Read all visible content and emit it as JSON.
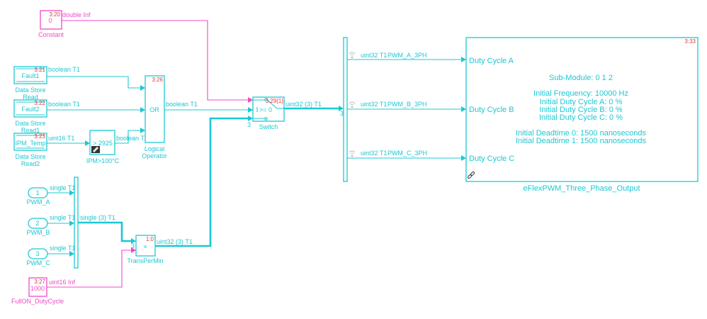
{
  "colors": {
    "signal": "#1cc8d2",
    "constant": "#f048c8",
    "timing": "#e83a3a"
  },
  "constant": {
    "rate": "3:20",
    "value": "0",
    "name": "Constant",
    "signal": "double Inf"
  },
  "fault1": {
    "rate": "3:21",
    "value": "Fault1",
    "name_line1": "Data Store",
    "name_line2": "Read",
    "signal": "boolean T1"
  },
  "fault2": {
    "rate": "3:22",
    "value": "Fault2",
    "name_line1": "Data Store",
    "name_line2": "Read1",
    "signal": "boolean T1"
  },
  "ipm_temp": {
    "rate": "3:23",
    "value": "IPM_Temp",
    "name_line1": "Data Store",
    "name_line2": "Read2",
    "signal": "uint16 T1"
  },
  "compare": {
    "value": "> 2925",
    "name": "IPM>100°C",
    "signal": "boolean T1",
    "icon": "link-icon"
  },
  "logical_operator": {
    "rate": "3:26",
    "op": "OR",
    "name_line1": "Logical",
    "name_line2": "Operator",
    "signal": "boolean T1"
  },
  "switch": {
    "rate": "3:29{1}",
    "criteria": ">= 0",
    "name": "Switch",
    "port3_width": "3",
    "signal": "uint32 (3) T1"
  },
  "demux": {
    "input_width": "3"
  },
  "outputs": [
    {
      "signal": "uint32 T1",
      "name": "PWM_A_3PH",
      "port": "Duty Cycle A"
    },
    {
      "signal": "uint32 T1",
      "name": "PWM_B_3PH",
      "port": "Duty Cycle B"
    },
    {
      "signal": "uint32 T1",
      "name": "PWM_C_3PH",
      "port": "Duty Cycle C"
    }
  ],
  "subsystem": {
    "rate": "3:33",
    "name": "eFlexPWM_Three_Phase_Output",
    "lines": [
      "Sub-Module: 0 1 2",
      "Initial Frequency: 10000 Hz",
      "Initial Duty Cycle A: 0 %",
      "Initial Duty Cycle B: 0 %",
      "Initial Duty Cycle C: 0 %",
      "Initial Deadtime 0: 1500 nanoseconds",
      "Initial Deadtime 1: 1500 nanoseconds"
    ]
  },
  "inports": [
    {
      "number": "1",
      "name": "PWM_A",
      "signal": "single T1"
    },
    {
      "number": "2",
      "name": "PWM_B",
      "signal": "single T1"
    },
    {
      "number": "3",
      "name": "PWM_C",
      "signal": "single T1"
    }
  ],
  "mux": {
    "signal": "single (3) T1"
  },
  "product": {
    "rate": "1:0",
    "symbol": "×",
    "name": "TransPerMin",
    "port_width": "3",
    "signal": "uint32 (3) T1"
  },
  "full_on": {
    "rate": "3:27",
    "value": "1000",
    "name": "FullON_DutyCycle",
    "signal": "uint16 Inf"
  }
}
